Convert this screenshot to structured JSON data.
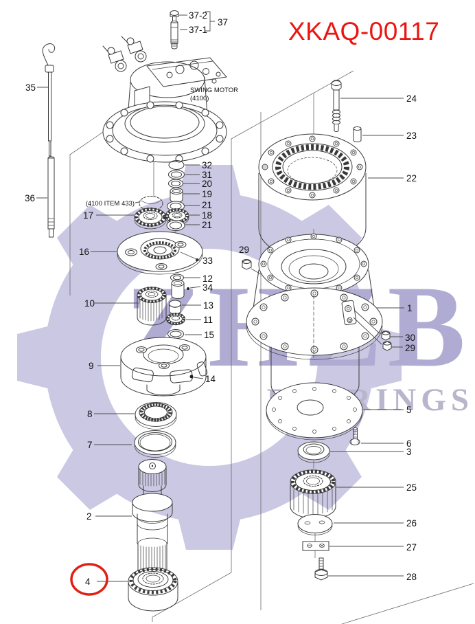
{
  "drawing": {
    "number": "XKAQ-00117"
  },
  "watermark": {
    "logo": "ZHZB",
    "subtitle": "BEARINGS"
  },
  "annotations": {
    "swing_motor": "SWING MOTOR",
    "swing_motor_code": "(4100)",
    "item_ref": "(4100 ITEM 433)"
  },
  "highlight": {
    "part": "4",
    "color": "#e02014"
  },
  "colors": {
    "drawing_number_red": "#ec1410",
    "line": "#3a3a3a",
    "watermark_gear": "#cbc8e3",
    "watermark_text": "#b0abd2"
  },
  "callouts": {
    "c37_2": "37-2",
    "c37_1": "37-1",
    "c37": "37",
    "c35": "35",
    "c36": "36",
    "c32": "32",
    "c31": "31",
    "c20": "20",
    "c19": "19",
    "c21a": "21",
    "c18": "18",
    "c21b": "21",
    "c17": "17",
    "c16": "16",
    "c33": "33",
    "c12": "12",
    "c34": "34",
    "c10": "10",
    "c13": "13",
    "c11": "11",
    "c15": "15",
    "c9": "9",
    "c14": "14",
    "c8": "8",
    "c7": "7",
    "c2": "2",
    "c4": "4",
    "c24": "24",
    "c23": "23",
    "c22": "22",
    "c29a": "29",
    "c1": "1",
    "c30": "30",
    "c29b": "29",
    "c5": "5",
    "c6": "6",
    "c3": "3",
    "c25": "25",
    "c26": "26",
    "c27": "27",
    "c28": "28"
  }
}
